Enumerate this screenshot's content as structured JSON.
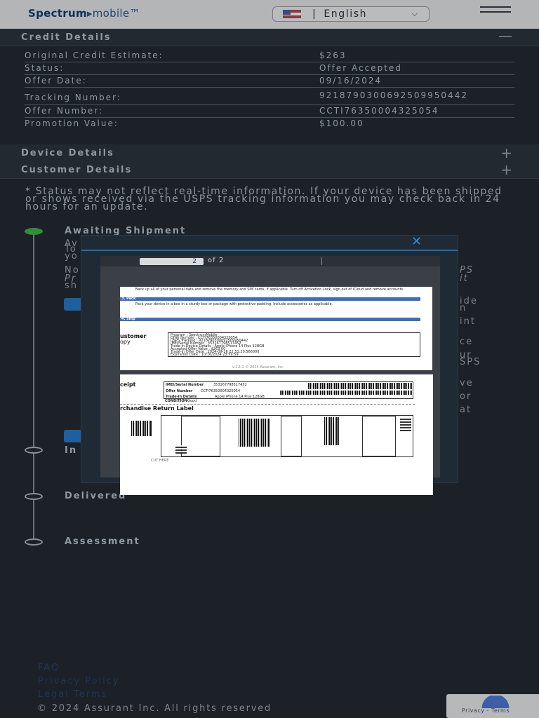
{
  "header": {
    "logo_brand": "Spectrum",
    "logo_product": "mobile",
    "language": "English",
    "menu_icon": "hamburger-menu-icon"
  },
  "credit_details": {
    "title": "Credit Details",
    "toggle": "—",
    "rows": [
      {
        "label": "Original Credit Estimate:",
        "value": "$263"
      },
      {
        "label": "Status:",
        "value": "Offer Accepted"
      },
      {
        "label": "Offer Date:",
        "value": "09/16/2024"
      },
      {
        "label": "Tracking Number:",
        "value": "9218790300692509950442"
      },
      {
        "label": "Offer Number:",
        "value": "CCTI76350004325054"
      },
      {
        "label": "Promotion Value:",
        "value": "$100.00"
      }
    ]
  },
  "device_details": {
    "title": "Device Details",
    "toggle": "+"
  },
  "customer_details": {
    "title": "Customer Details",
    "toggle": "+"
  },
  "status_note": "* Status may not reflect real-time information. If your device has been shipped or shows received via the USPS tracking information you may check back in 24 hours for an update.",
  "timeline": [
    {
      "label": "Awaiting Shipment",
      "state": "active"
    },
    {
      "label": "In",
      "state": "pending"
    },
    {
      "label": "Delivered",
      "state": "pending"
    },
    {
      "label": "Assessment",
      "state": "pending"
    }
  ],
  "background_fragments": {
    "left": [
      "Av",
      "To",
      "yo",
      "No",
      "Pr",
      "sh"
    ],
    "right": [
      "PS",
      "it",
      "ide",
      "n",
      "int",
      "ce",
      "ur",
      "SPS",
      "ve",
      "or",
      "at"
    ]
  },
  "modal": {
    "close_icon": "close-icon",
    "viewer": {
      "current_page": "2",
      "of_label": "of 2"
    },
    "page1": {
      "section_pack": "3. Pack",
      "section_ship": "4. Ship",
      "customer_copy": "ustomer",
      "customer_copy2": "opy",
      "info_lines": [
        "Program : SpectrumMobile",
        "Offer Number : CCTI76350004325054",
        "USPS Tracking : 9218790300692509950442",
        "IMEI/Serial Number : 353167798517452",
        "Trade-In Device Details : Apple iPhone 14 Plus 128GB",
        "Accepted Offer Value : $263.00",
        "Trade-In Offer Date : 2024-09-16 22:51:20.566000",
        "Expiration Date : 10/16/2024 23:59:59"
      ],
      "footer": "v.1.1.2 © 2024 Assurant, Inc."
    },
    "page2": {
      "receipt": "ceipt",
      "imei_label": "IMEI/Serial Number",
      "imei_value": "353167798517452",
      "offer_label": "Offer Number",
      "offer_value": "CCTI76350004325054",
      "tradein_label": "Trade-in Details",
      "tradein_value": "Apple iPhone 14 Plus 128GB",
      "condition_label": "CONDITION",
      "condition_value": "Good",
      "return_label_title": "rchandise Return Label",
      "cut_here": "CUT HERE"
    }
  },
  "footer": {
    "links": [
      "FAQ",
      "Privacy Policy",
      "Legal Terms"
    ],
    "copyright": "© 2024 Assurant Inc. All rights reserved",
    "recaptcha": "Privacy - Terms"
  }
}
